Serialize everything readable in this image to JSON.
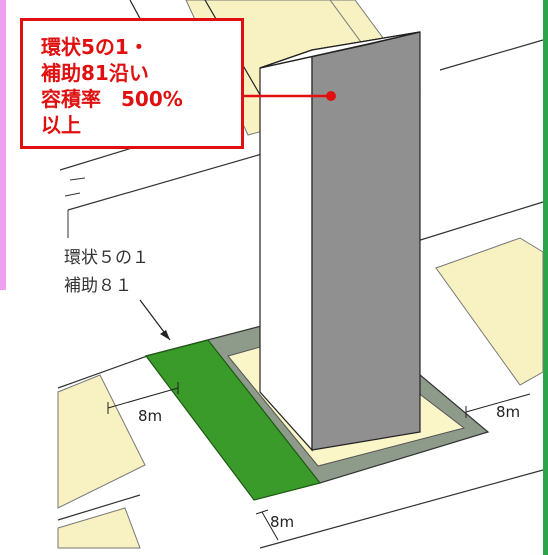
{
  "callout": {
    "lines": [
      "環状5の1・",
      "補助81沿い",
      "容積率　500%",
      "以上"
    ]
  },
  "road_label": {
    "line1": "環状５の１",
    "line2": "補助８１"
  },
  "dimensions": {
    "left": "8m",
    "right": "8m",
    "bottom": "8m"
  },
  "colors": {
    "road_frontage": "#3a9a2a",
    "setback_band": "#8e9a8a",
    "site_ground": "#fbf6c8",
    "neighbor_lots": "#f8f1c2",
    "tower_side": "#909090",
    "tower_face": "#ffffff",
    "callout_red": "#e01010",
    "left_band": "#f0a0f0",
    "right_band": "#2aa54a"
  }
}
